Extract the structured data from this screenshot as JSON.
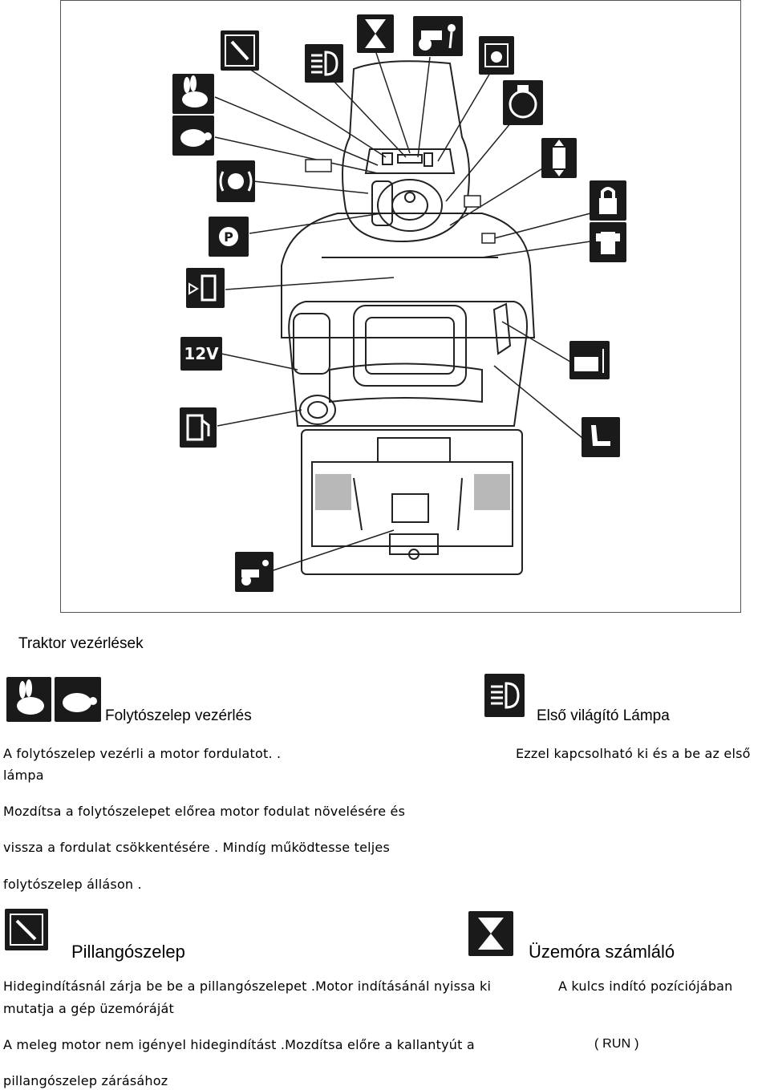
{
  "page": {
    "section_title": "Traktor vezérlések"
  },
  "figure": {
    "icon_labels": {
      "twelve_volt": "12V"
    }
  },
  "throttle": {
    "heading": "Folytószelep vezérlés",
    "line1": "A folytószelep vezérli a motor fordulatot. .",
    "line2": "lámpa",
    "para1": "Mozdítsa a folytószelepet előrea motor fodulat növelésére és",
    "para2": "vissza a fordulat csökkentésére . Mindíg működtesse teljes",
    "para3": "folytószelep álláson ."
  },
  "headlight": {
    "heading": "Első világító Lámpa",
    "line1": "Ezzel kapcsolható ki és a be az első"
  },
  "choke": {
    "heading": "Pillangószelep",
    "line1": "Hidegindításnál zárja be be a pillangószelepet .Motor indításánál nyissa ki",
    "line2": "mutatja a gép üzemóráját",
    "line3": "A meleg motor nem igényel hidegindítást .Mozdítsa előre a kallantyút a",
    "line4": "pillangószelep zárásához"
  },
  "hourmeter": {
    "heading": "Üzemóra számláló",
    "line1": "A kulcs indító pozíciójában",
    "line2": "( RUN )"
  }
}
